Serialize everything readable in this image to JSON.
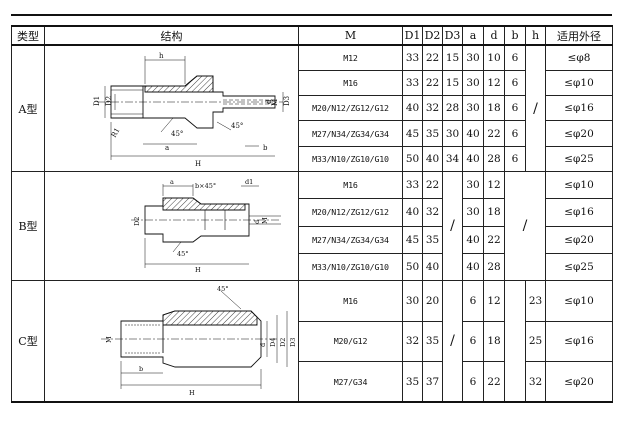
{
  "headers": {
    "type": "类型",
    "structure": "结构",
    "m": "M",
    "d1": "D1",
    "d2": "D2",
    "d3": "D3",
    "a": "a",
    "d": "d",
    "b": "b",
    "h": "h",
    "od": "适用外径"
  },
  "types": {
    "A": "A型",
    "B": "B型",
    "C": "C型"
  },
  "slash": "/",
  "rows_A": [
    {
      "m": "M12",
      "d1": "33",
      "d2": "22",
      "d3": "15",
      "a": "30",
      "d": "10",
      "b": "6",
      "od": "≤φ8"
    },
    {
      "m": "M16",
      "d1": "33",
      "d2": "22",
      "d3": "15",
      "a": "30",
      "d": "12",
      "b": "6",
      "od": "≤φ10"
    },
    {
      "m": "M20/N12/ZG12/G12",
      "d1": "40",
      "d2": "32",
      "d3": "28",
      "a": "30",
      "d": "18",
      "b": "6",
      "od": "≤φ16"
    },
    {
      "m": "M27/N34/ZG34/G34",
      "d1": "45",
      "d2": "35",
      "d3": "30",
      "a": "40",
      "d": "22",
      "b": "6",
      "od": "≤φ20"
    },
    {
      "m": "M33/N10/ZG10/G10",
      "d1": "50",
      "d2": "40",
      "d3": "34",
      "a": "40",
      "d": "28",
      "b": "6",
      "od": "≤φ25"
    }
  ],
  "rows_B": [
    {
      "m": "M16",
      "d1": "33",
      "d2": "22",
      "a": "30",
      "d": "12",
      "od": "≤φ10"
    },
    {
      "m": "M20/N12/ZG12/G12",
      "d1": "40",
      "d2": "32",
      "a": "30",
      "d": "18",
      "od": "≤φ16"
    },
    {
      "m": "M27/N34/ZG34/G34",
      "d1": "45",
      "d2": "35",
      "a": "40",
      "d": "22",
      "od": "≤φ20"
    },
    {
      "m": "M33/N10/ZG10/G10",
      "d1": "50",
      "d2": "40",
      "a": "40",
      "d": "28",
      "od": "≤φ25"
    }
  ],
  "rows_C": [
    {
      "m": "M16",
      "d1": "30",
      "d2": "20",
      "a": "6",
      "d": "12",
      "h": "23",
      "od": "≤φ10"
    },
    {
      "m": "M20/G12",
      "d1": "32",
      "d2": "35",
      "a": "6",
      "d": "18",
      "h": "25",
      "od": "≤φ16"
    },
    {
      "m": "M27/G34",
      "d1": "35",
      "d2": "37",
      "a": "6",
      "d": "22",
      "h": "32",
      "od": "≤φ20"
    }
  ],
  "drawing_labels": {
    "A": {
      "h": "h",
      "d1": "D1",
      "d2": "D2",
      "d3": "D3",
      "d": "d",
      "m": "M",
      "a": "a",
      "b": "b",
      "H": "H",
      "r1": "R1",
      "angle": "45°"
    },
    "B": {
      "bx45": "b×45°",
      "d1": "d1",
      "d": "d",
      "m": "M",
      "a": "a",
      "H": "H",
      "angle": "45°",
      "d2": "D2"
    },
    "C": {
      "angle": "45°",
      "m": "M",
      "d4": "D4",
      "d2": "D2",
      "d3": "D3",
      "b": "b",
      "H": "H",
      "d": "d"
    }
  }
}
